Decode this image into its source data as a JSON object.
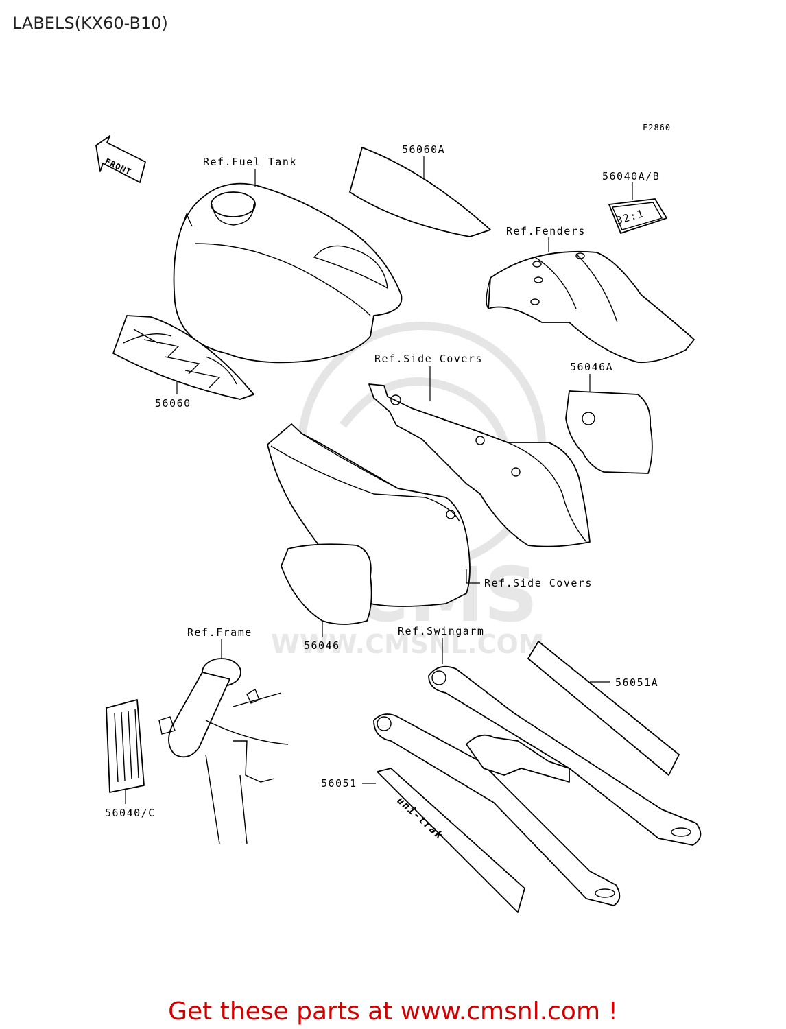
{
  "title": "LABELS(KX60-B10)",
  "figure_code": "F2860",
  "front_arrow": "FRONT",
  "watermark": {
    "text": "CMS",
    "url": "WWW.CMSNL.COM"
  },
  "labels": {
    "ref_fuel_tank": "Ref.Fuel Tank",
    "p56060A": "56060A",
    "p56040AB": "56040A/B",
    "ref_fenders": "Ref.Fenders",
    "p56060": "56060",
    "ref_side_covers_top": "Ref.Side Covers",
    "p56046A": "56046A",
    "ref_side_covers_bottom": "Ref.Side Covers",
    "ref_frame": "Ref.Frame",
    "ref_swingarm": "Ref.Swingarm",
    "p56046": "56046",
    "p56051A": "56051A",
    "p56051": "56051",
    "p56040C": "56040/C"
  },
  "decal_text": {
    "ratio": "32:1",
    "swingarm": "uni-trak"
  },
  "footer": "Get these parts at www.cmsnl.com !"
}
